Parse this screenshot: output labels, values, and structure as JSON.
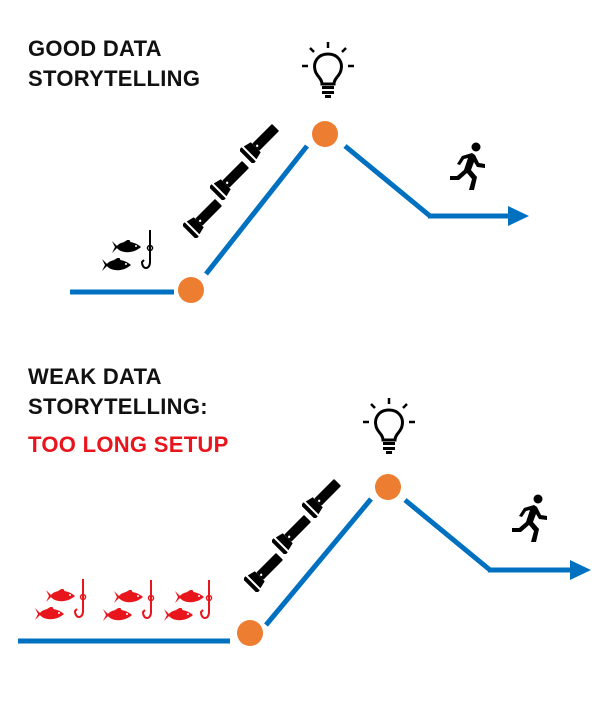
{
  "good": {
    "title_line1": "GOOD DATA",
    "title_line2": "STORYTELLING"
  },
  "weak": {
    "title_line1": "WEAK DATA",
    "title_line2": "STORYTELLING:",
    "subtitle": "TOO LONG SETUP"
  },
  "colors": {
    "line": "#0070c0",
    "node": "#ed7d31",
    "icon": "#000000",
    "warning": "#e8161c"
  },
  "icons": [
    "fish-icon",
    "hook-icon",
    "flashlight-icon",
    "lightbulb-icon",
    "runner-icon",
    "arrow-icon"
  ]
}
